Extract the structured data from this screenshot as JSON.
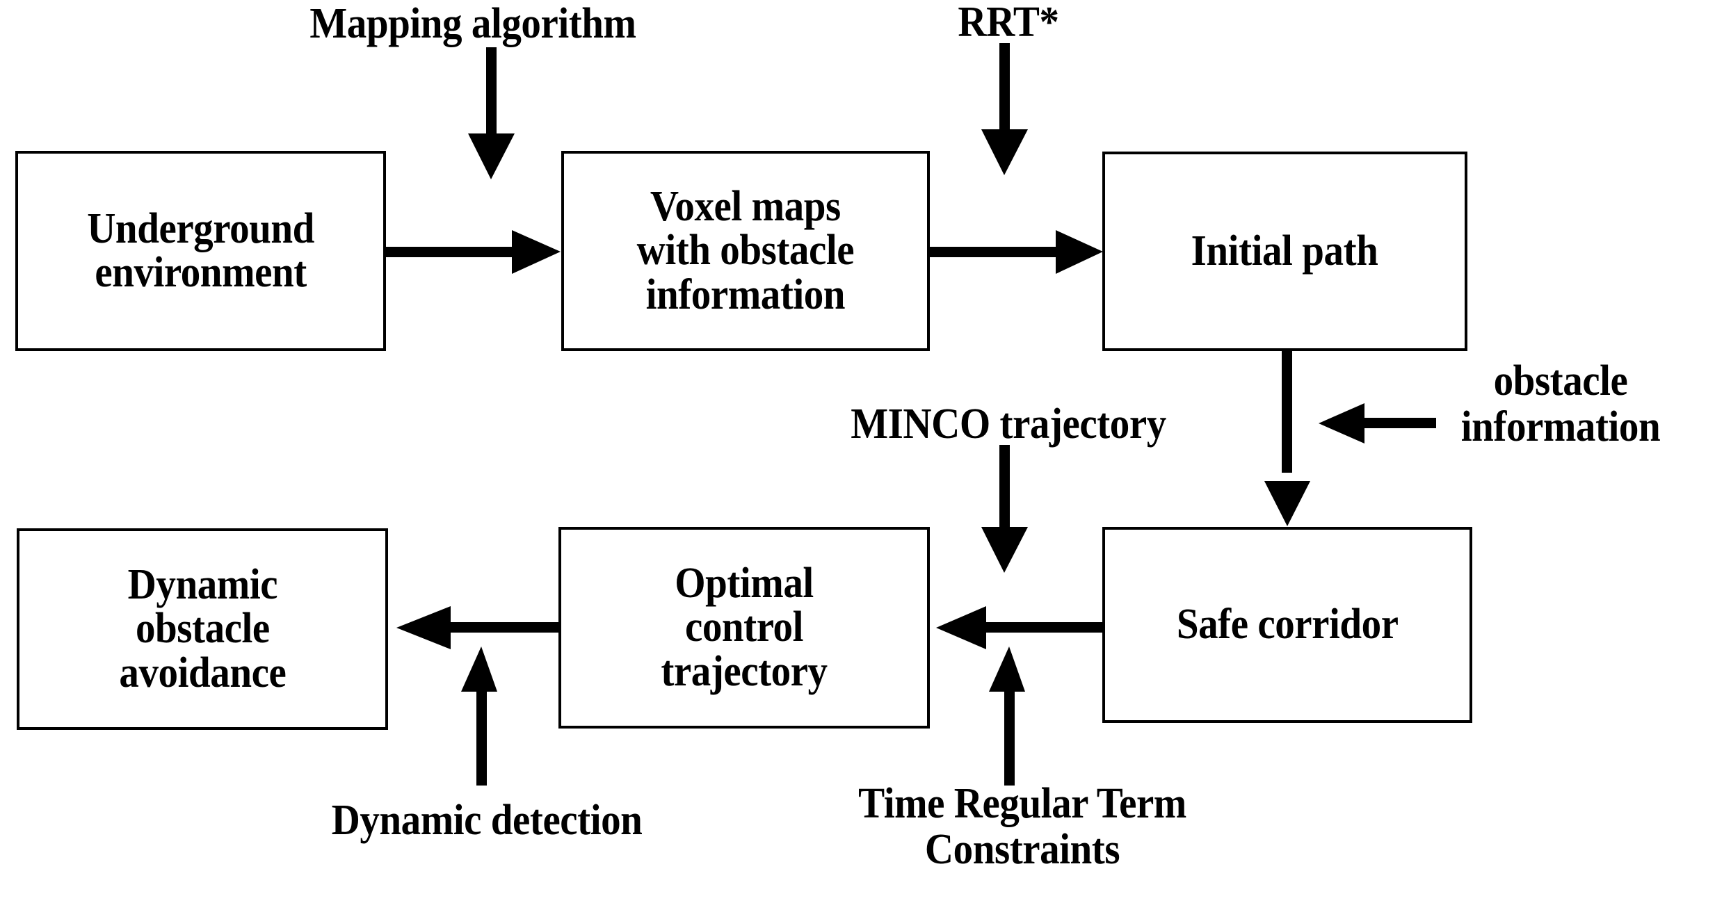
{
  "diagram": {
    "title": "Underground navigation pipeline block diagram",
    "stroke_color": "#000000",
    "background_color": "#ffffff",
    "nodes": [
      {
        "id": "underground-environment",
        "label": "Underground\nenvironment"
      },
      {
        "id": "voxel-maps",
        "label": "Voxel maps\nwith obstacle\ninformation"
      },
      {
        "id": "initial-path",
        "label": "Initial path"
      },
      {
        "id": "dynamic-obstacle-avoidance",
        "label": "Dynamic\nobstacle\navoidance"
      },
      {
        "id": "optimal-control-trajectory",
        "label": "Optimal\ncontrol\ntrajectory"
      },
      {
        "id": "safe-corridor",
        "label": "Safe corridor"
      }
    ],
    "edge_labels": [
      {
        "id": "mapping-algorithm",
        "label": "Mapping algorithm"
      },
      {
        "id": "rrt-star",
        "label": "RRT*"
      },
      {
        "id": "obstacle-information",
        "label": "obstacle\ninformation"
      },
      {
        "id": "minco-trajectory",
        "label": "MINCO trajectory"
      },
      {
        "id": "dynamic-detection",
        "label": "Dynamic detection"
      },
      {
        "id": "time-regular-term-constraints",
        "label": "Time Regular Term\nConstraints"
      }
    ]
  }
}
